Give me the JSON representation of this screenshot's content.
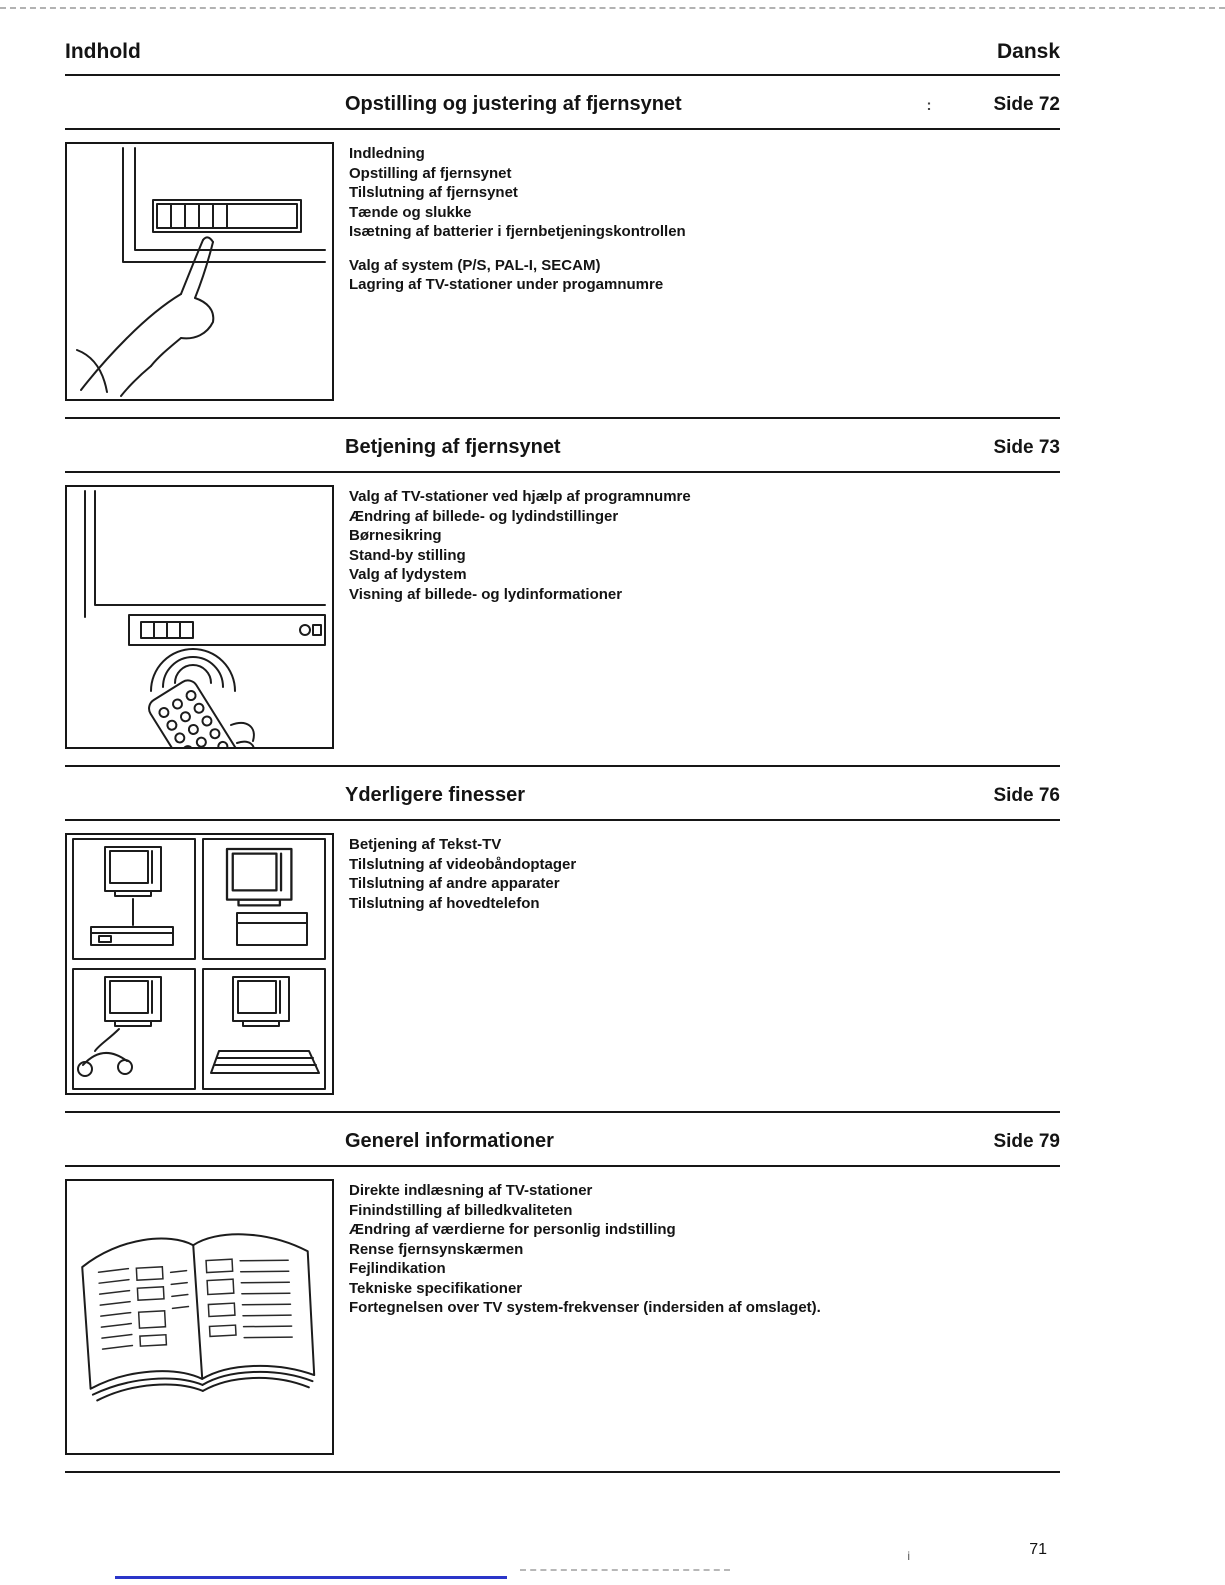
{
  "page": {
    "header_left": "Indhold",
    "header_right": "Dansk",
    "page_number": "71",
    "artifact_footnote": "i"
  },
  "colors": {
    "ink": "#161616",
    "artifact_blue": "#2a35c9"
  },
  "sections": [
    {
      "title": "Opstilling og justering af fjernsynet",
      "mark": ":",
      "page_ref": "Side 72",
      "illustration": "hand-pressing-tv-control-panel",
      "items": [
        "Indledning",
        "Opstilling af fjernsynet",
        "Tilslutning af fjernsynet",
        "Tænde og slukke",
        "Isætning af batterier i fjernbetjeningskontrollen",
        "Valg af system (P/S, PAL-I, SECAM)",
        "Lagring af TV-stationer under progamnumre"
      ]
    },
    {
      "title": "Betjening af fjernsynet",
      "page_ref": "Side 73",
      "illustration": "remote-control-pointing-at-tv",
      "items": [
        "Valg af TV-stationer ved hjælp af programnumre",
        "Ændring af billede- og lydindstillinger",
        "Børnesikring",
        "Stand-by stilling",
        "Valg af lydystem",
        "Visning af billede- og lydinformationer"
      ]
    },
    {
      "title": "Yderligere finesser",
      "page_ref": "Side 76",
      "illustration": "tv-connections-grid",
      "items": [
        "Betjening af Tekst-TV",
        "Tilslutning af videobåndoptager",
        "Tilslutning af andre apparater",
        "Tilslutning af hovedtelefon"
      ]
    },
    {
      "title": "Generel informationer",
      "page_ref": "Side 79",
      "illustration": "open-manual-book",
      "items": [
        "Direkte indlæsning af TV-stationer",
        "Finindstilling af billedkvaliteten",
        "Ændring af værdierne for personlig indstilling",
        "Rense fjernsynskærmen",
        "Fejlindikation",
        "Tekniske specifikationer",
        "Fortegnelsen over TV system-frekvenser (indersiden af omslaget)."
      ]
    }
  ]
}
